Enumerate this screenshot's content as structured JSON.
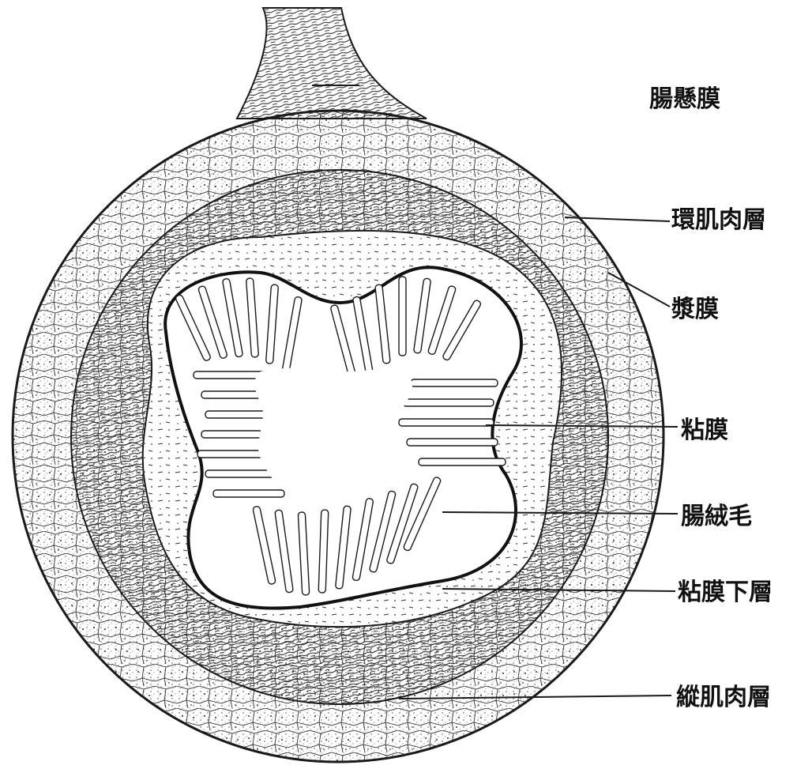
{
  "labels": {
    "mesentery": "腸懸膜",
    "circular_muscle": "環肌肉層",
    "serosa": "漿膜",
    "mucosa": "粘膜",
    "villi": "腸絨毛",
    "submucosa": "粘膜下層",
    "longitudinal_muscle": "縱肌肉層"
  },
  "colors": {
    "ink": "#1a1a1a",
    "paper": "#ffffff"
  }
}
